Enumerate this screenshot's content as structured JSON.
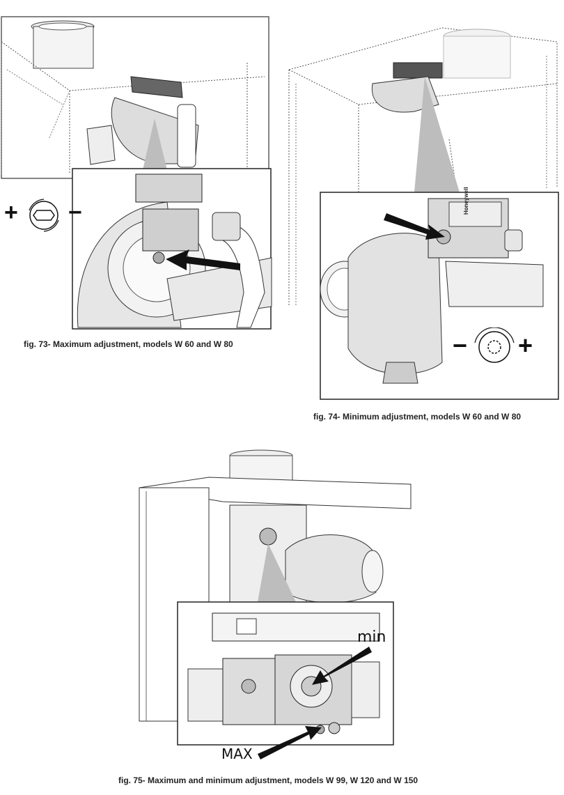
{
  "figures": {
    "fig73": {
      "caption": "fig. 73- Maximum adjustment, models W 60 and W 80"
    },
    "fig74": {
      "caption": "fig. 74- Minimum adjustment, models W 60 and W 80",
      "brand_label": "Honeywell"
    },
    "fig75": {
      "caption": "fig. 75- Maximum and minimum adjustment, models W 99, W 120 and W 150",
      "label_min": "min",
      "label_max": "MAX"
    }
  },
  "symbols": {
    "fig73_left": "+",
    "fig73_right": "−",
    "fig74_left": "−",
    "fig74_right": "+"
  }
}
